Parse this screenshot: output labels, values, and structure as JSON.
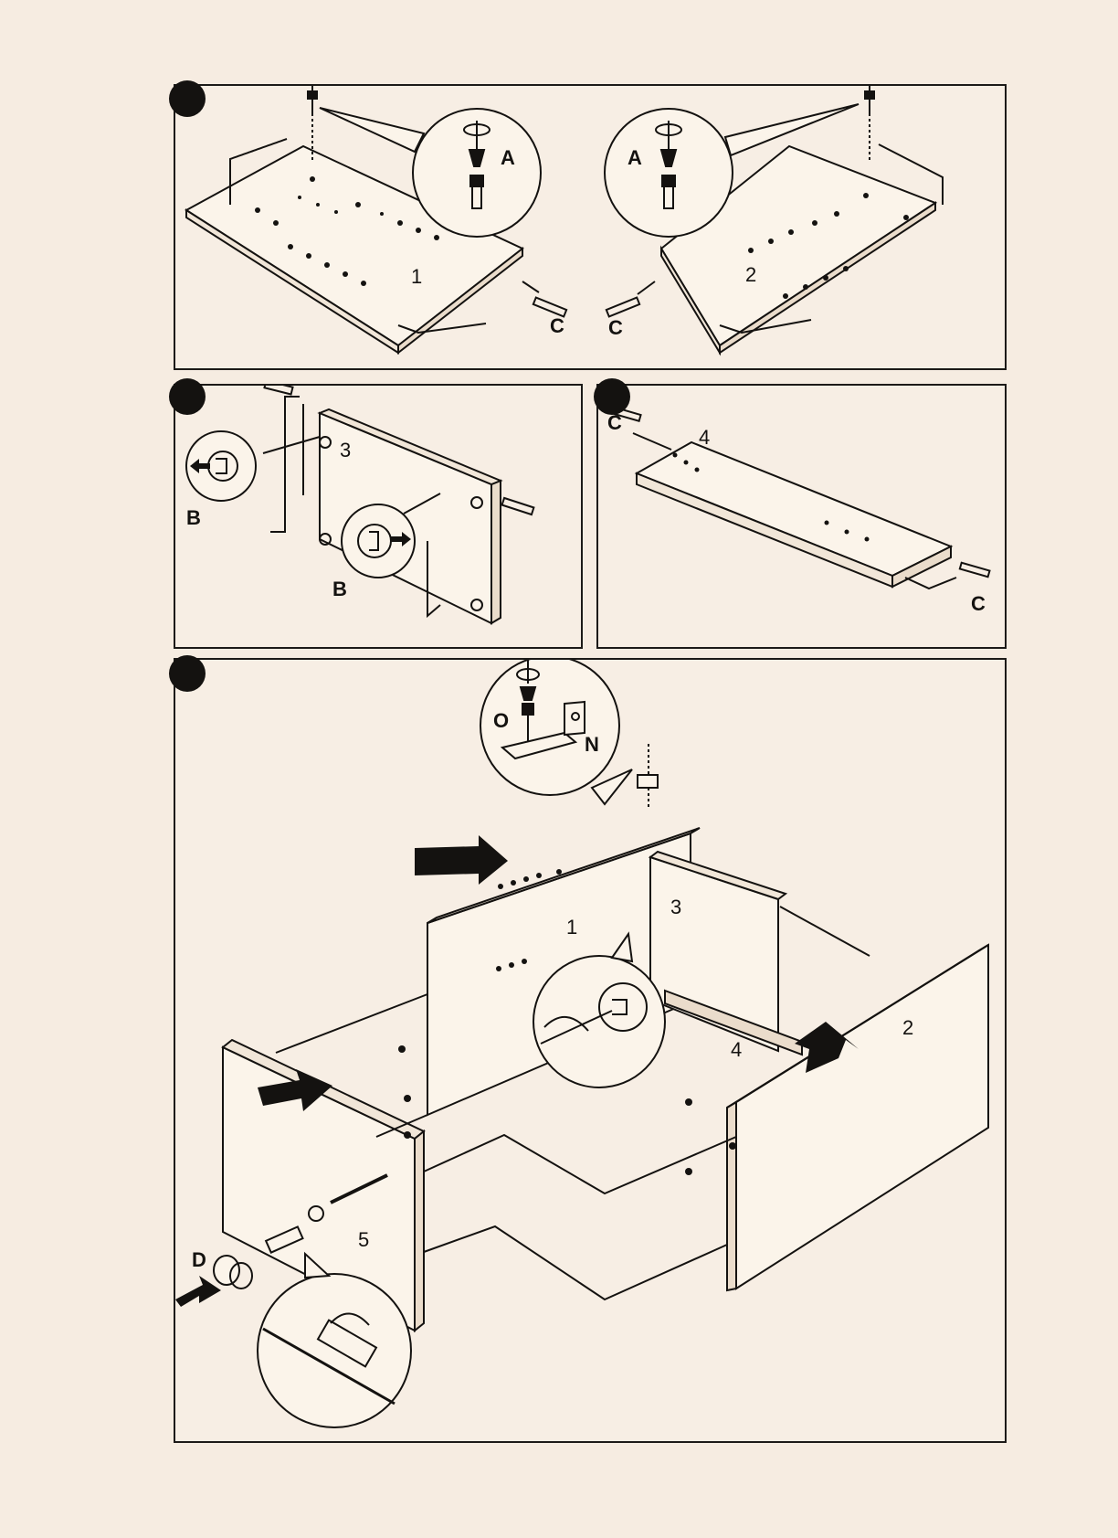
{
  "steps": [
    {
      "id": "step-1",
      "panels": [
        "1",
        "2"
      ],
      "labels": {
        "screw": "A",
        "dowel": "C",
        "panel_a": "1",
        "panel_b": "2"
      }
    },
    {
      "id": "step-2",
      "labels": {
        "panel": "3",
        "cam": "B"
      }
    },
    {
      "id": "step-3",
      "labels": {
        "panel": "4",
        "dowel": "C"
      }
    },
    {
      "id": "step-4",
      "labels": {
        "screw": "O",
        "bracket": "N",
        "panel_1": "1",
        "panel_2": "2",
        "panel_3": "3",
        "panel_4": "4",
        "panel_5": "5",
        "caster": "D"
      }
    }
  ],
  "colors": {
    "ink": "#141210",
    "paper": "#f7eee4",
    "background": "#f6ece1"
  }
}
